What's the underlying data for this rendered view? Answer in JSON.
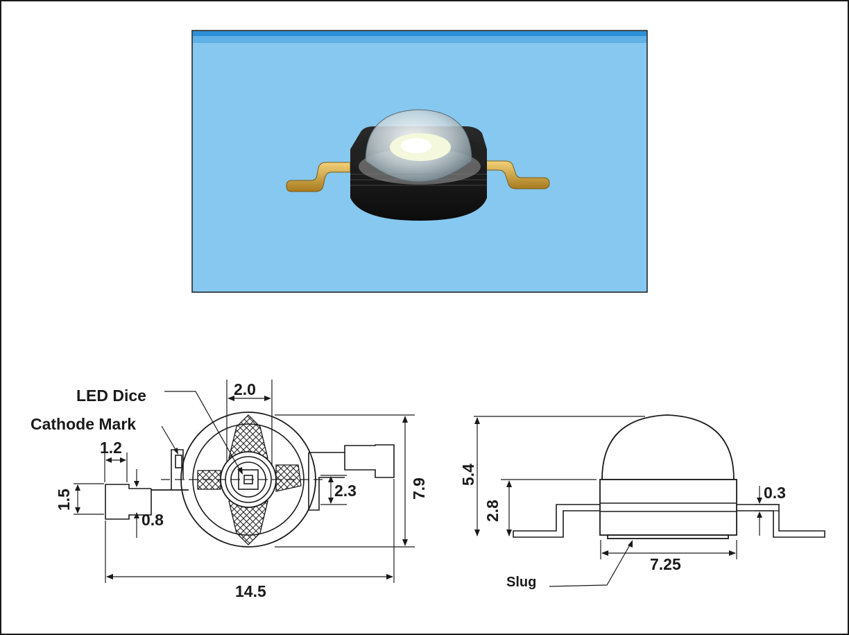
{
  "labels": {
    "led_dice": "LED Dice",
    "cathode_mark": "Cathode Mark",
    "slug": "Slug"
  },
  "dimensions": {
    "d_2_0": "2.0",
    "d_1_2": "1.2",
    "d_1_5": "1.5",
    "d_0_8": "0.8",
    "d_2_3": "2.3",
    "d_7_9": "7.9",
    "d_14_5": "14.5",
    "d_5_4": "5.4",
    "d_2_8": "2.8",
    "d_0_3": "0.3",
    "d_7_25": "7.25"
  },
  "colors": {
    "photo_background": "#86c8ef",
    "photo_top_band": "#2f8fd6",
    "led_body": "#141414",
    "led_leads": "#d4a83a",
    "led_die": "#f4f8dc",
    "drawing_ink": "#1a1a1a"
  }
}
